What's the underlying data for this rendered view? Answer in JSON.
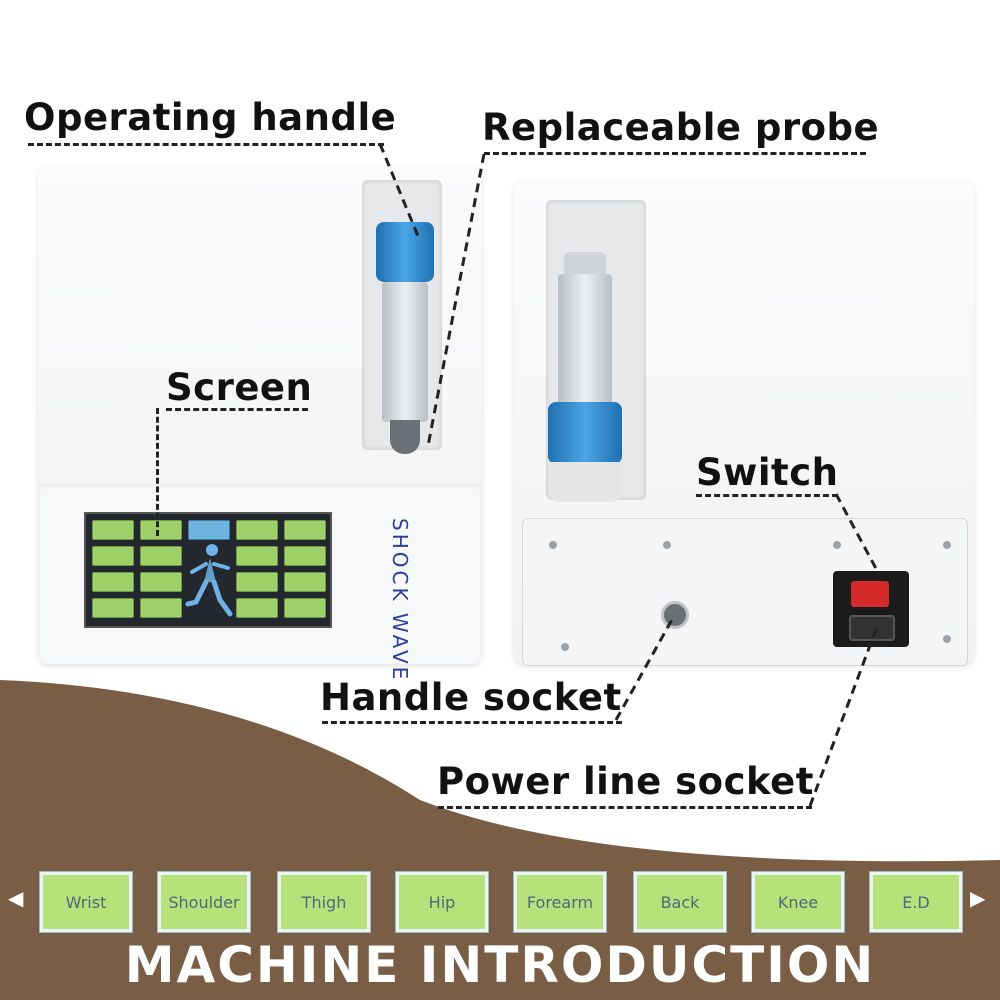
{
  "labels": {
    "operating_handle": "Operating handle",
    "replaceable_probe": "Replaceable probe",
    "screen": "Screen",
    "switch": "Switch",
    "handle_socket": "Handle socket",
    "power_line_socket": "Power line socket"
  },
  "device_branding": "SHOCK WAVE",
  "body_parts": [
    "Wrist",
    "Shoulder",
    "Thigh",
    "Hip",
    "Forearm",
    "Back",
    "Knee",
    "E.D"
  ],
  "nav": {
    "prev": "◀",
    "next": "▶"
  },
  "banner_title": "MACHINE INTRODUCTION",
  "colors": {
    "band": "#7a5d45",
    "accent_blue": "#2f8fd0",
    "screen_green": "#9fd06a",
    "switch_red": "#d42a2a"
  }
}
